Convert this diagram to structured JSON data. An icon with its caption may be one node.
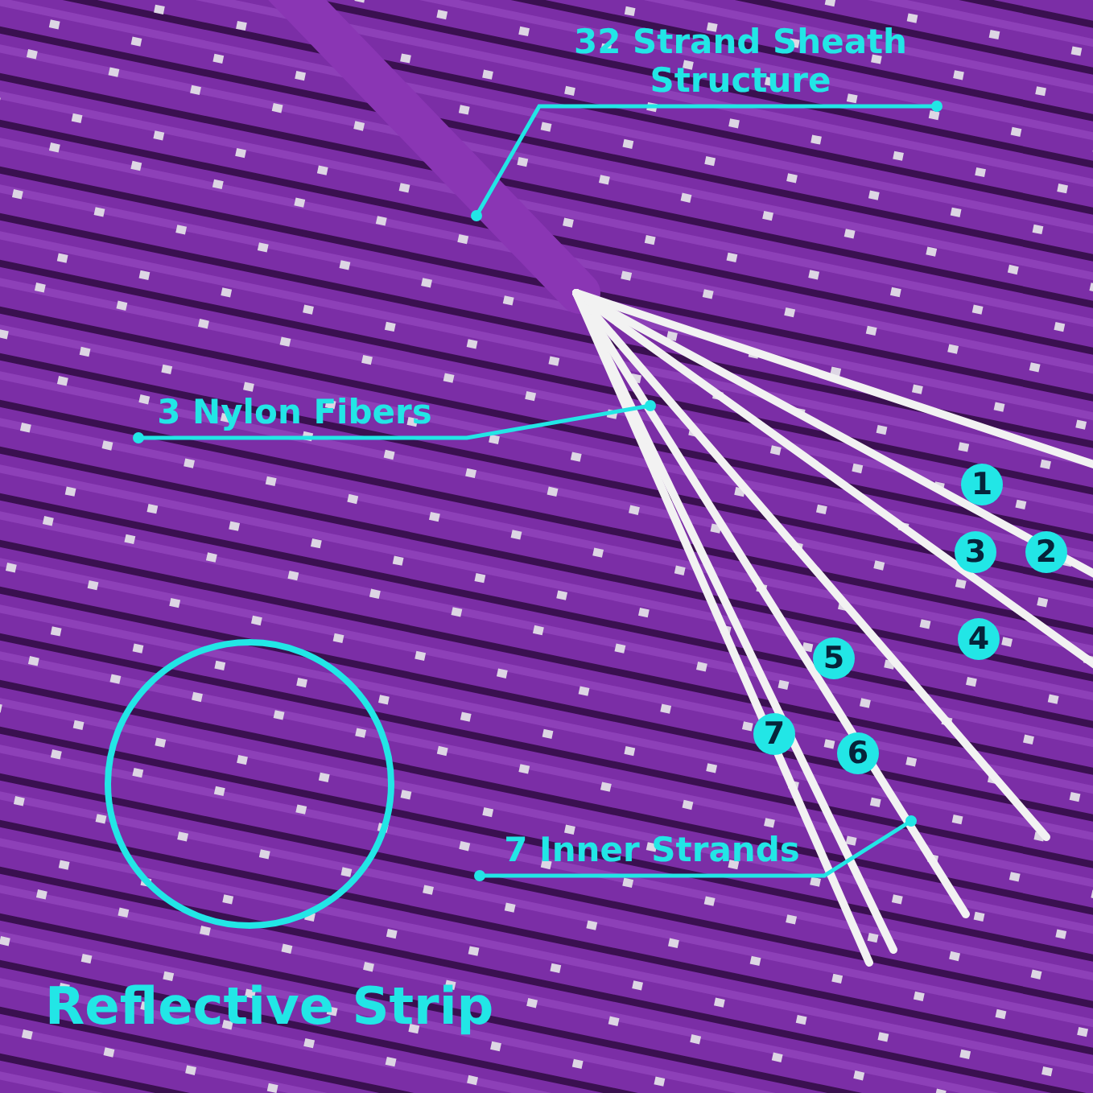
{
  "diagram": {
    "nodes": [
      {
        "text": [
          "32 Strand Sheath Structure"
        ]
      },
      {
        "text": [
          "3 Nylon Fibers"
        ]
      },
      {
        "text": [
          "7 Inner Strands"
        ]
      }
    ],
    "edges": [
      {
        "from": 0,
        "to": null,
        "arrow": "other"
      },
      {
        "from": 1,
        "to": null,
        "arrow": "other"
      },
      {
        "from": 2,
        "to": null,
        "arrow": "other"
      }
    ],
    "labels": [
      "1",
      "3",
      "2",
      "4",
      "5",
      "7",
      "6",
      "Reflective Strip"
    ]
  }
}
